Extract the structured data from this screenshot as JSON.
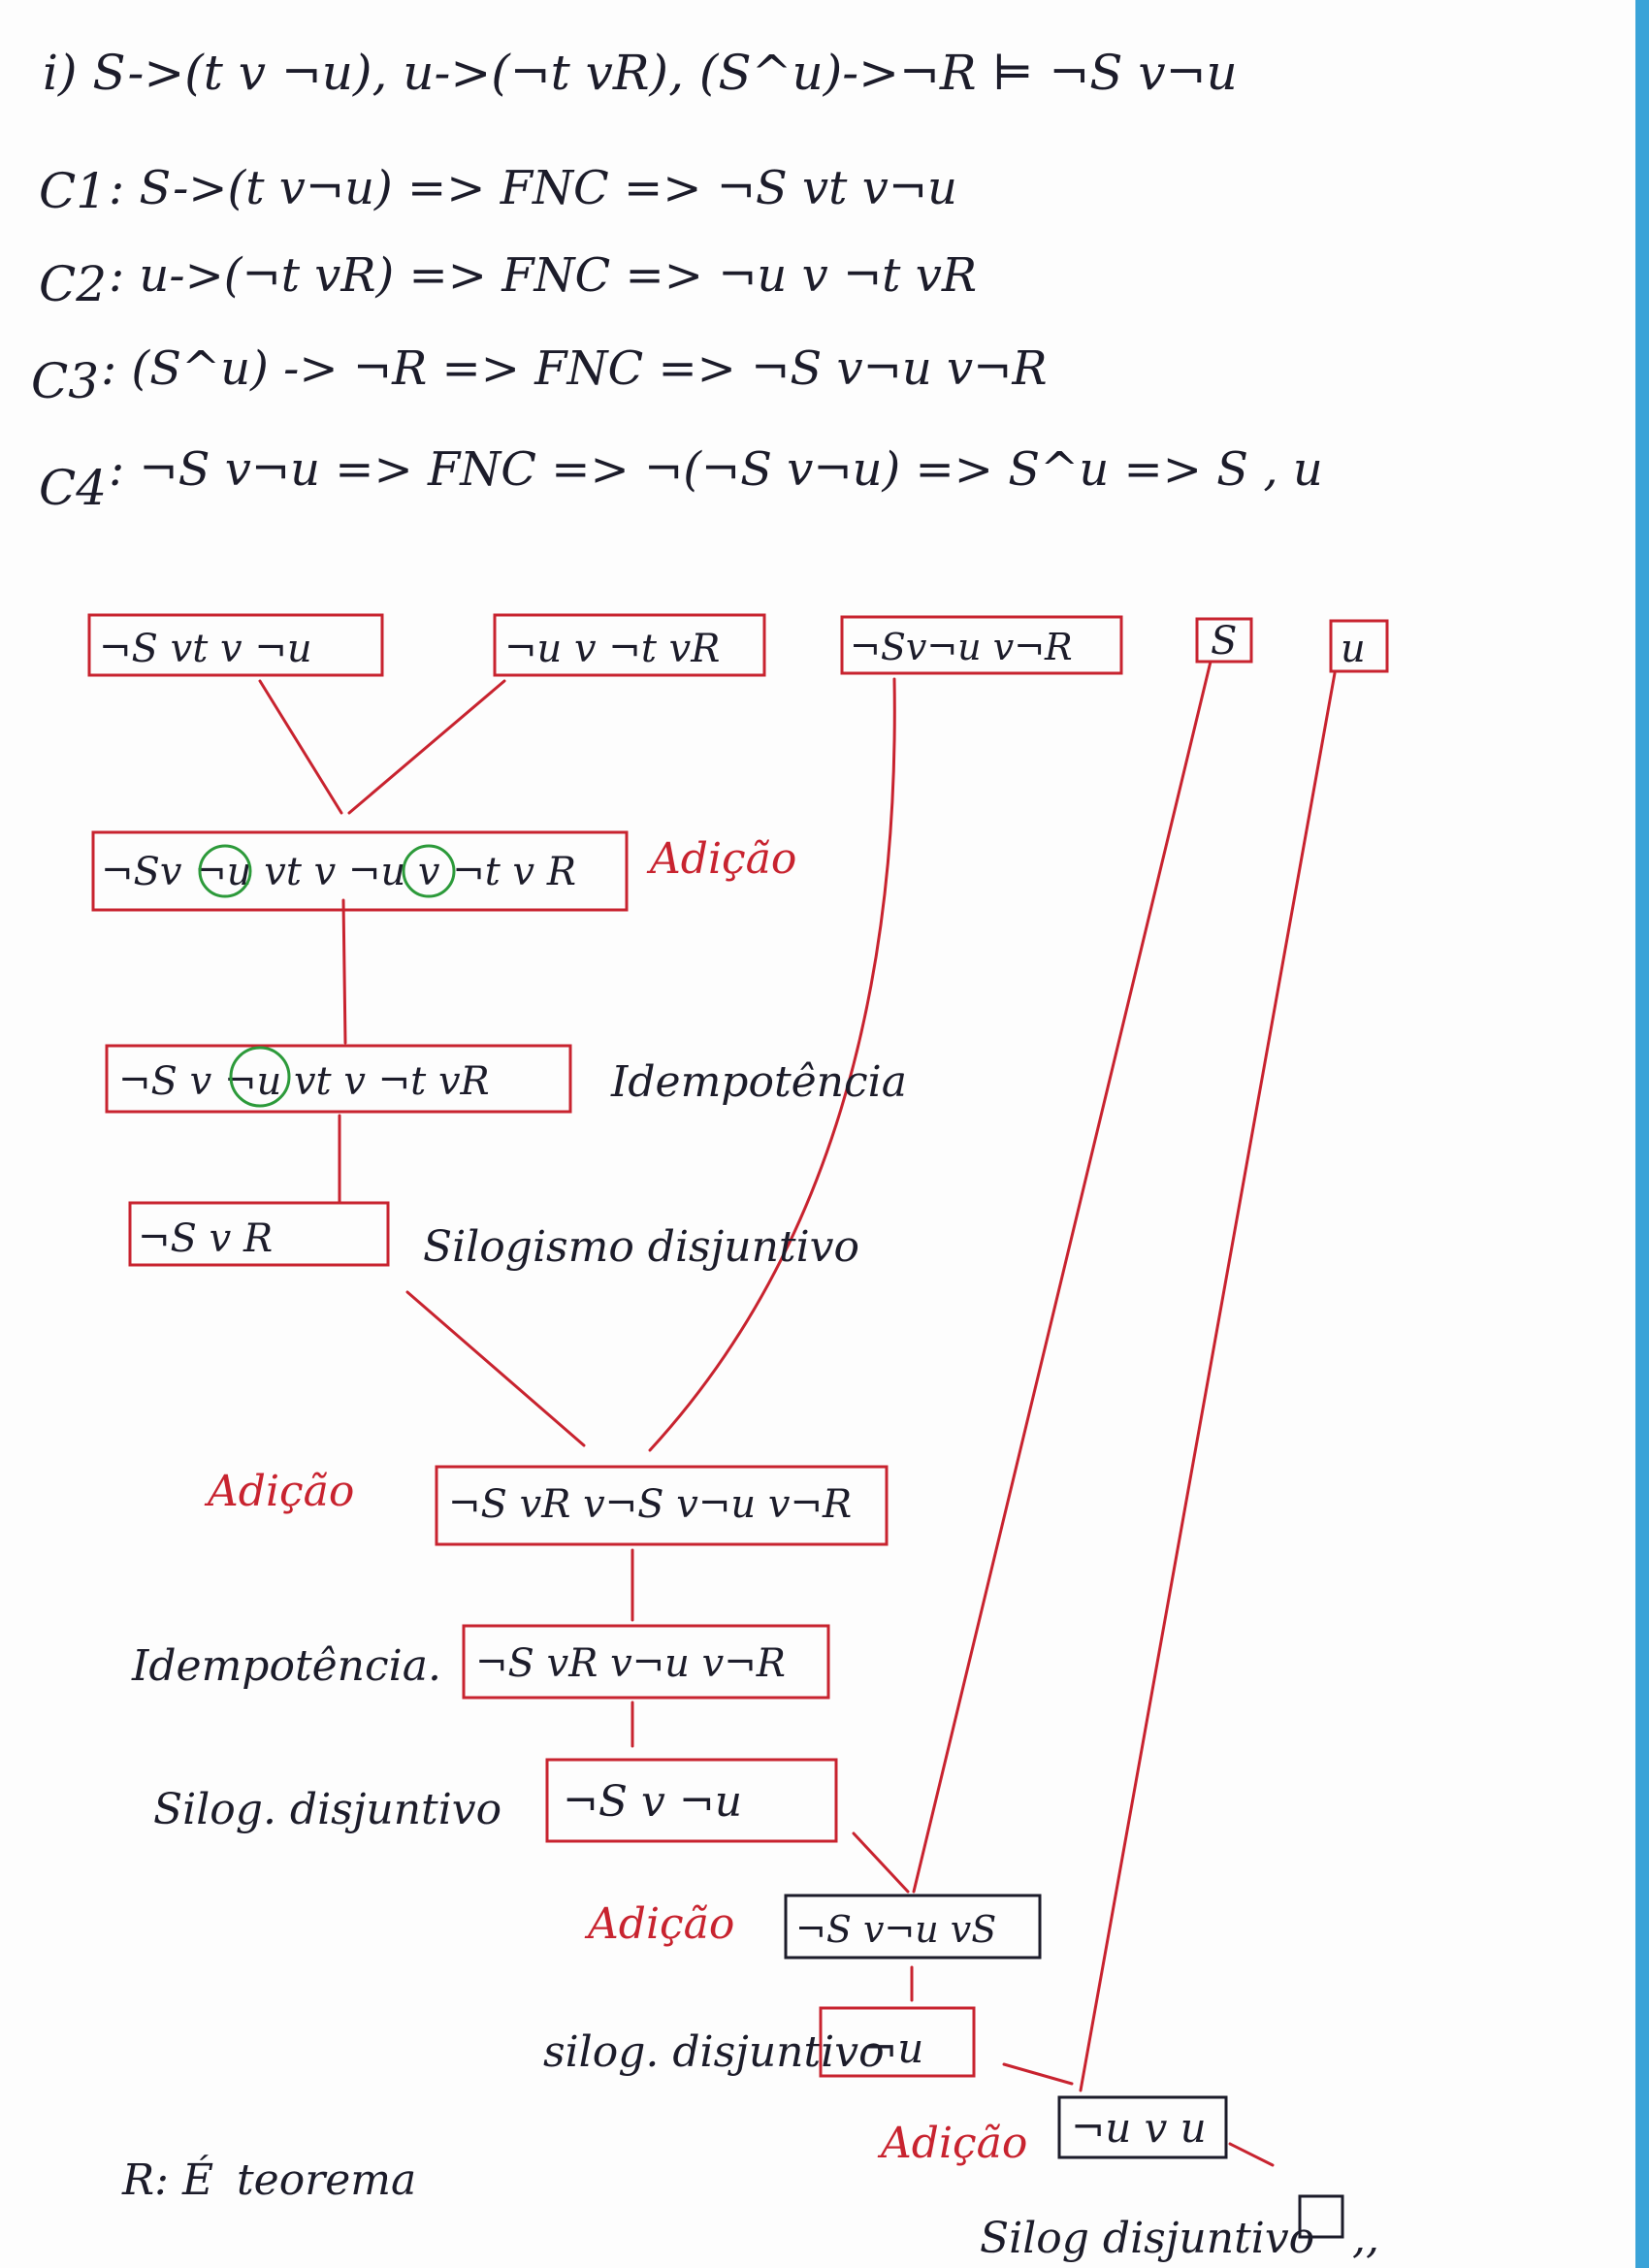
{
  "header": {
    "problem": "i) S->(t v ¬u), u->(¬t vR), (S^u)->¬R ⊨ ¬S v¬u",
    "clauses": [
      {
        "label": "C1",
        "text": ": S->(t v¬u) => FNC => ¬S vt v¬u"
      },
      {
        "label": "C2",
        "text": ": u->(¬t vR) => FNC => ¬u v ¬t vR"
      },
      {
        "label": "C3",
        "text": ": (S^u) -> ¬R => FNC => ¬S v¬u v¬R"
      },
      {
        "label": "C4",
        "text": ": ¬S v¬u => FNC => ¬(¬S v¬u) => S^u => S , u"
      }
    ]
  },
  "nodes": {
    "c1": "¬S vt v ¬u",
    "c2": "¬u v ¬t vR",
    "c3": "¬Sv¬u v¬R",
    "c4a": "S",
    "c4b": "u",
    "n1": "¬Sv ¬u vt v ¬u v ¬t v R",
    "n2": "¬S v ¬u vt v ¬t vR",
    "n3": "¬S v R",
    "n4": "¬S vR v¬S v¬u v¬R",
    "n5": "¬S vR v¬u v¬R",
    "n6": "¬S v ¬u",
    "n7": "¬S v¬u vS",
    "n8": "¬u",
    "n9": "¬u v u",
    "n10": "□"
  },
  "rules": {
    "r1": "Adição",
    "r2": "Idempotência",
    "r3": "Silogismo disjuntivo",
    "r4": "Adição",
    "r5": "Idempotência.",
    "r6": "Silog. disjuntivo",
    "r7": "Adição",
    "r8": "silog. disjuntivo",
    "r9": "Adição",
    "r10": "Silog disjuntivo"
  },
  "end_mark": ",,",
  "answer": {
    "prefix": "R: É",
    "word": "teorema"
  },
  "colors": {
    "ink": "#1c1c2a",
    "red": "#c8232f",
    "green": "#2c9a3a",
    "edge": "#3aa3d8"
  }
}
